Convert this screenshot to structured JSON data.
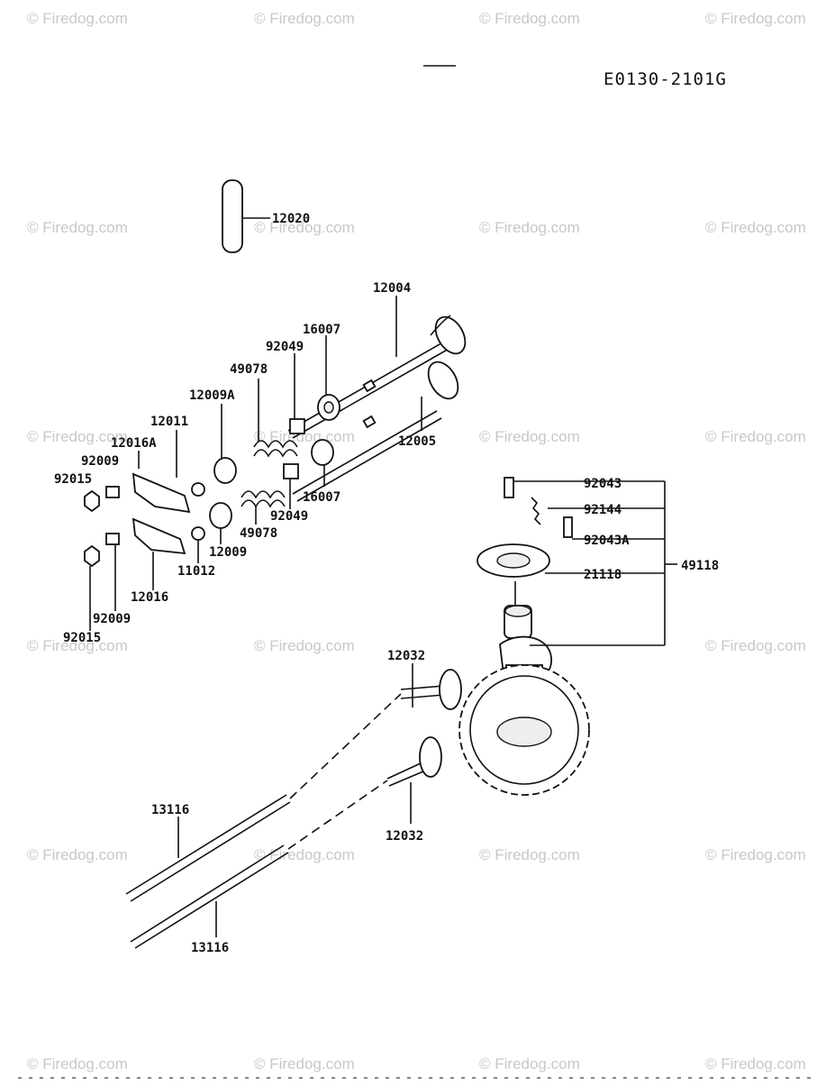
{
  "header": {
    "drawing_code": "E0130-2101G"
  },
  "watermark": {
    "text": "© Firedog.com"
  },
  "callouts": [
    {
      "id": "c1",
      "text": "12020"
    },
    {
      "id": "c2",
      "text": "12004"
    },
    {
      "id": "c3",
      "text": "16007"
    },
    {
      "id": "c4",
      "text": "92049"
    },
    {
      "id": "c5",
      "text": "49078"
    },
    {
      "id": "c6",
      "text": "12009A"
    },
    {
      "id": "c7",
      "text": "12011"
    },
    {
      "id": "c8",
      "text": "12016A"
    },
    {
      "id": "c9",
      "text": "92009"
    },
    {
      "id": "c10",
      "text": "92015"
    },
    {
      "id": "c11",
      "text": "12005"
    },
    {
      "id": "c12",
      "text": "16007"
    },
    {
      "id": "c13",
      "text": "92049"
    },
    {
      "id": "c14",
      "text": "49078"
    },
    {
      "id": "c15",
      "text": "12009"
    },
    {
      "id": "c16",
      "text": "11012"
    },
    {
      "id": "c17",
      "text": "12016"
    },
    {
      "id": "c18",
      "text": "92009"
    },
    {
      "id": "c19",
      "text": "92015"
    },
    {
      "id": "c20",
      "text": "92043"
    },
    {
      "id": "c21",
      "text": "92144"
    },
    {
      "id": "c22",
      "text": "92043A"
    },
    {
      "id": "c23",
      "text": "21118"
    },
    {
      "id": "c24",
      "text": "49118"
    },
    {
      "id": "c25",
      "text": "12032"
    },
    {
      "id": "c26",
      "text": "12032"
    },
    {
      "id": "c27",
      "text": "13116"
    },
    {
      "id": "c28",
      "text": "13116"
    }
  ]
}
